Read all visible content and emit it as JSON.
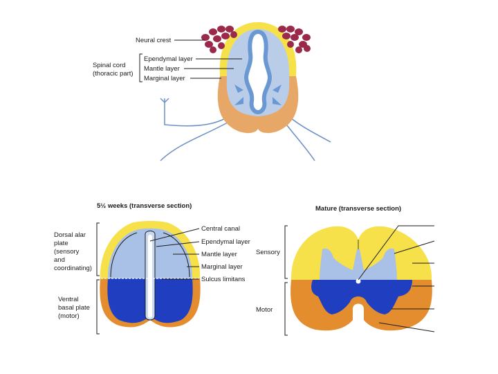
{
  "colors": {
    "neural_crest": "#9b2a4a",
    "marginal_layer": "#f6e14a",
    "mantle_sensory": "#a9c1e6",
    "mantle_motor": "#1f3fc0",
    "ventral_marginal": "#e38d2e",
    "ependymal": "#5f8fd0",
    "nerve": "#6b8fc4"
  },
  "top_diagram": {
    "labels": {
      "neural_crest": "Neural crest",
      "spinal_cord_line1": "Spinal cord",
      "spinal_cord_line2": "(thoracic part)",
      "ependymal": "Ependymal layer",
      "mantle": "Mantle layer",
      "marginal": "Marginal layer"
    }
  },
  "bottom_left": {
    "title": "5½ weeks (transverse section)",
    "dorsal": [
      "Dorsal alar",
      "plate",
      "(sensory",
      "and",
      "coordinating)"
    ],
    "ventral": [
      "Ventral",
      "basal plate",
      "(motor)"
    ],
    "labels": {
      "central_canal": "Central canal",
      "ependymal": "Ependymal layer",
      "mantle": "Mantle layer",
      "marginal": "Marginal layer",
      "sulcus": "Sulcus limitans"
    }
  },
  "bottom_right": {
    "title": "Mature (transverse section)",
    "sensory": "Sensory",
    "motor": "Motor"
  }
}
